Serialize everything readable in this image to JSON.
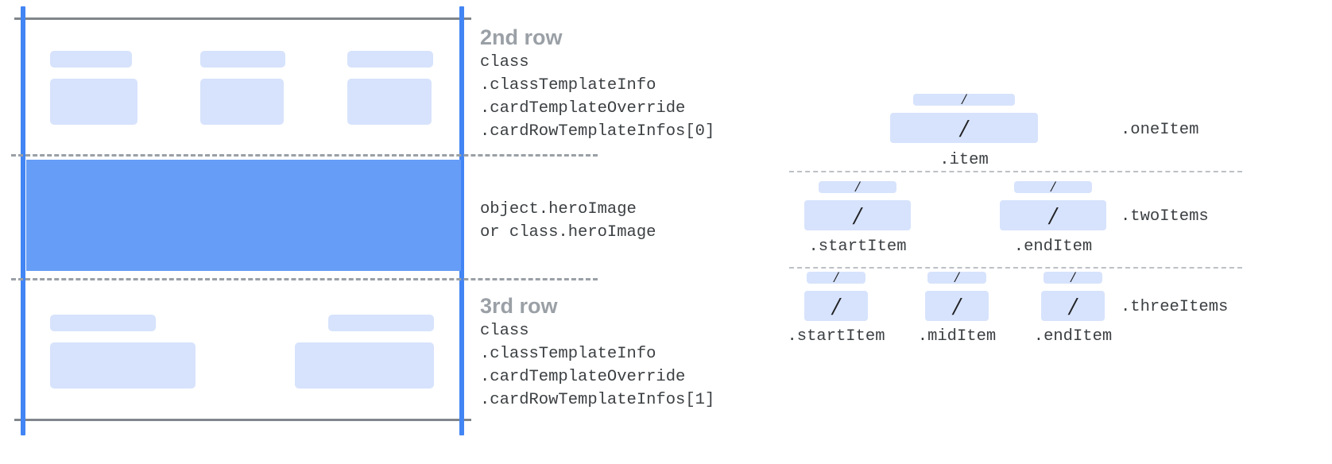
{
  "card_template": {
    "rows": [
      {
        "id": "second-row",
        "title": "2nd row",
        "code": "class\n.classTemplateInfo\n.cardTemplateOverride\n.cardRowTemplateInfos[0]",
        "slot_count": 3
      },
      {
        "id": "hero-row",
        "title": "",
        "code": "object.heroImage\nor class.heroImage",
        "slot_count": 0
      },
      {
        "id": "third-row",
        "title": "3rd row",
        "code": "class\n.classTemplateInfo\n.cardTemplateOverride\n.cardRowTemplateInfos[1]",
        "slot_count": 2
      }
    ]
  },
  "item_layouts": [
    {
      "id": "one-item",
      "label": ".oneItem",
      "slots": [
        {
          "caption": ".item",
          "glyph": "/"
        }
      ]
    },
    {
      "id": "two-items",
      "label": ".twoItems",
      "slots": [
        {
          "caption": ".startItem",
          "glyph": "/"
        },
        {
          "caption": ".endItem",
          "glyph": "/"
        }
      ]
    },
    {
      "id": "three-items",
      "label": ".threeItems",
      "slots": [
        {
          "caption": ".startItem",
          "glyph": "/"
        },
        {
          "caption": ".midItem",
          "glyph": "/"
        },
        {
          "caption": ".endItem",
          "glyph": "/"
        }
      ]
    }
  ],
  "colors": {
    "rail_blue": "#4285f4",
    "hero_blue": "#669df6",
    "placeholder_blue": "#d7e3fc",
    "rule_grey": "#80868b",
    "dash_grey": "#9aa0a6",
    "title_grey": "#9aa0a6",
    "code_grey": "#3c4043"
  }
}
